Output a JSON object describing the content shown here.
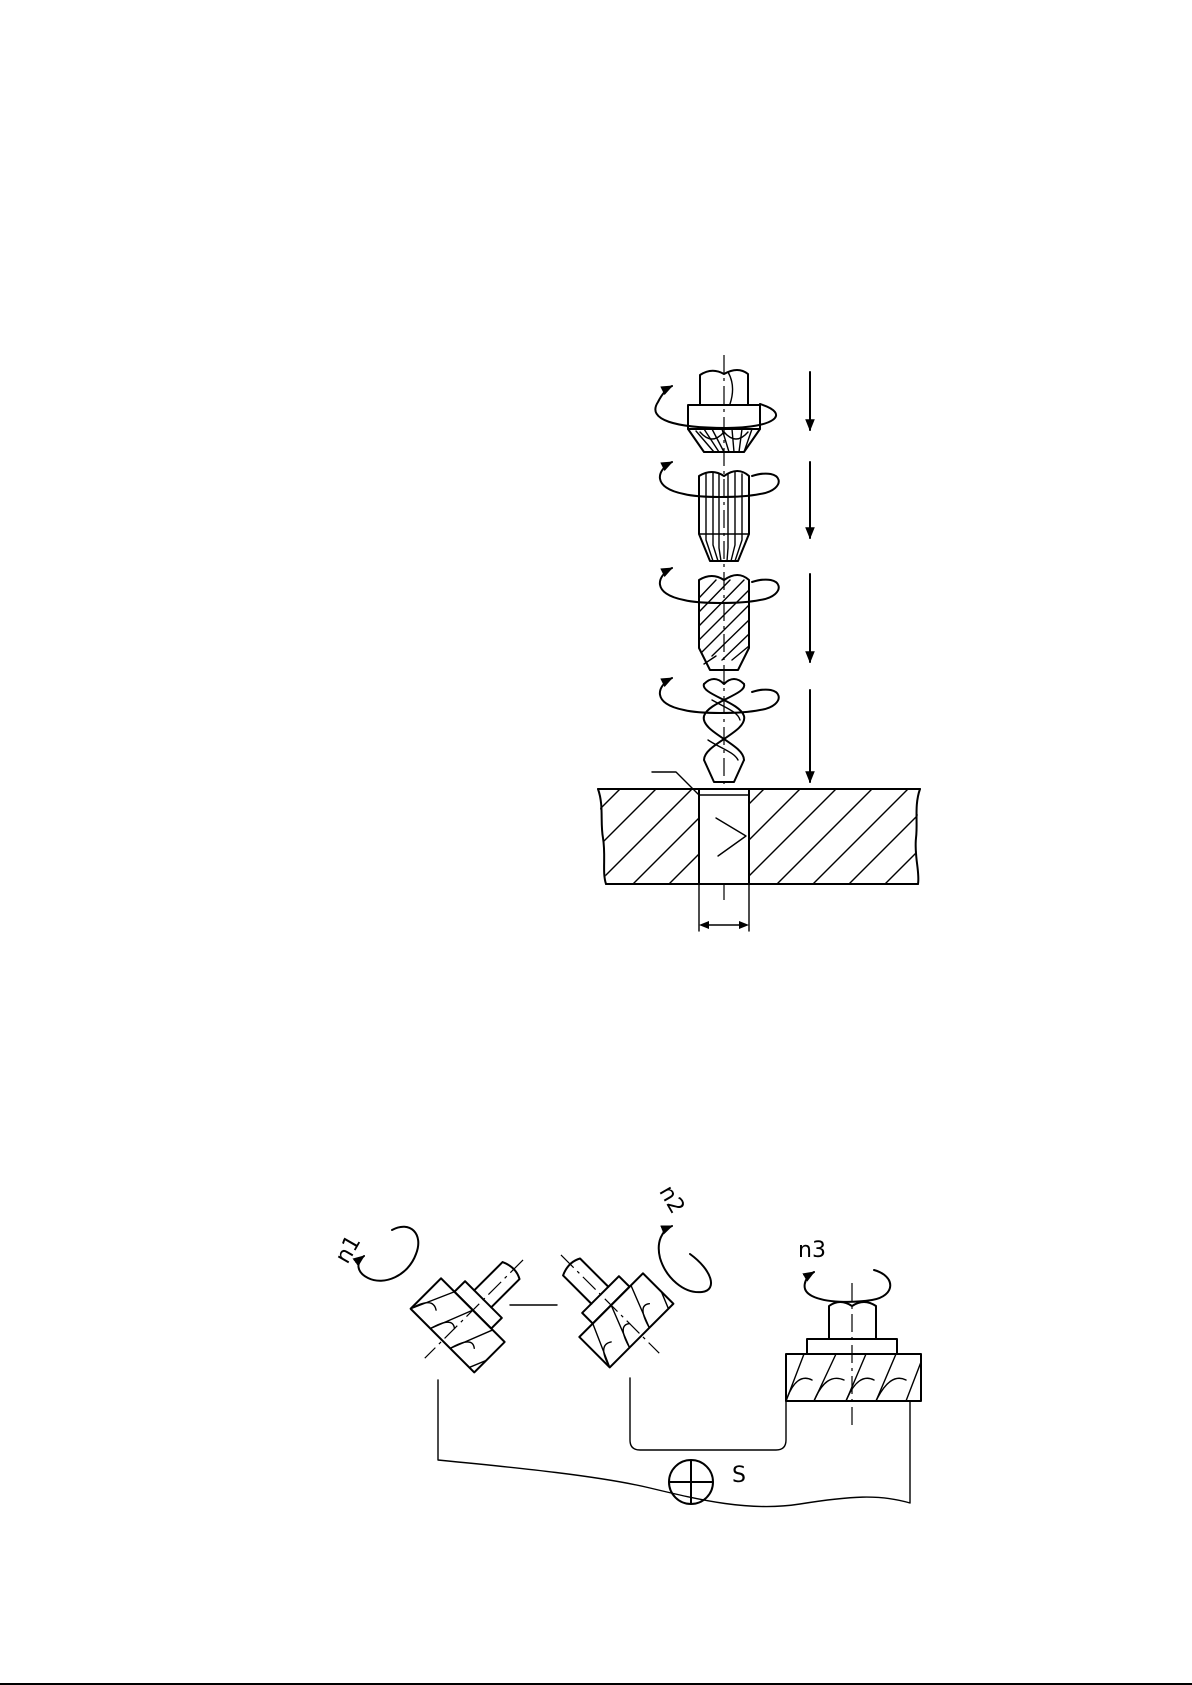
{
  "figure": {
    "colors": {
      "line": "#000000",
      "background": "#ffffff"
    },
    "drilling": {
      "tools": [
        {
          "name": "countersink",
          "icon": "countersink-icon"
        },
        {
          "name": "straight-flute-reamer",
          "icon": "straight-reamer-icon"
        },
        {
          "name": "helical-flute-reamer",
          "icon": "helical-reamer-icon"
        },
        {
          "name": "twist-drill",
          "icon": "twist-drill-icon"
        }
      ]
    },
    "milling": {
      "labels": {
        "n1": "n1",
        "n2": "n2",
        "n3": "n3",
        "s": "S"
      }
    }
  }
}
